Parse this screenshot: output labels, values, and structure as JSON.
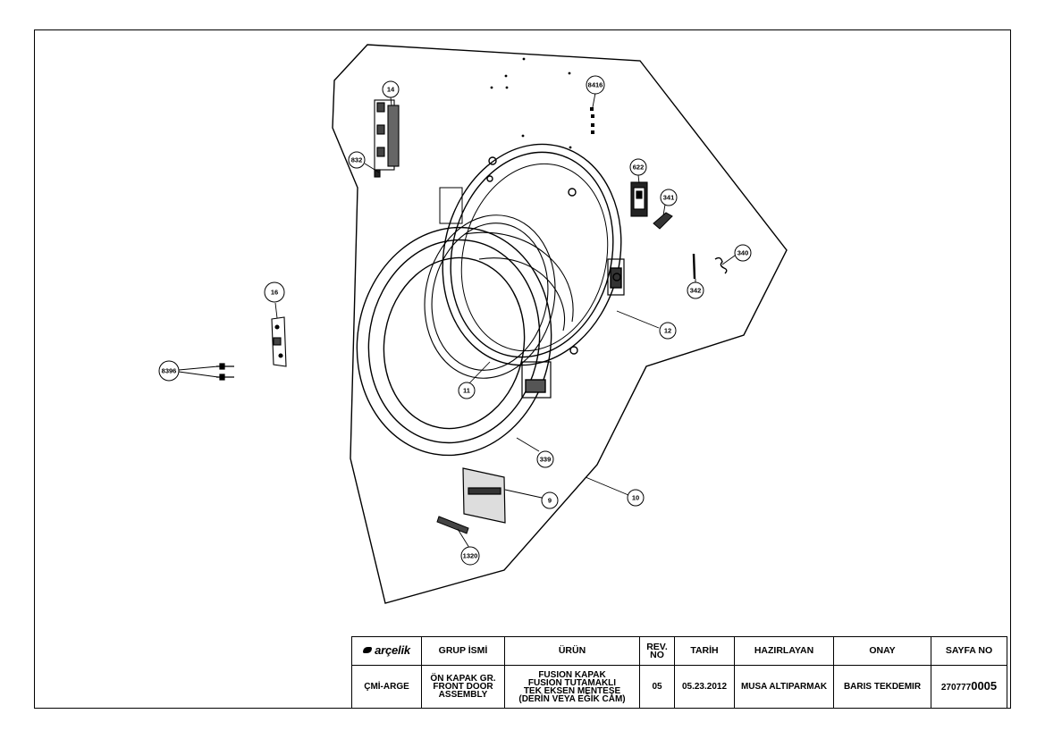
{
  "callouts": {
    "c8416": "8416",
    "c14": "14",
    "c832": "832",
    "c622": "622",
    "c341": "341",
    "c340": "340",
    "c342": "342",
    "c16": "16",
    "c12": "12",
    "c8396": "8396",
    "c11": "11",
    "c339": "339",
    "c9": "9",
    "c10": "10",
    "c1320": "1320"
  },
  "title_block": {
    "brand": "arçelik",
    "headers": {
      "group": "GRUP İSMİ",
      "product": "ÜRÜN",
      "rev_line1": "REV.",
      "rev_line2": "NO",
      "date": "TARİH",
      "prepared": "HAZIRLAYAN",
      "approval": "ONAY",
      "page": "SAYFA NO"
    },
    "values": {
      "department": "ÇMİ-ARGE",
      "group_line1": "ÖN KAPAK GR.",
      "group_line2": "FRONT DOOR",
      "group_line3": "ASSEMBLY",
      "product_line1": "FUSION KAPAK",
      "product_line2": "FUSION TUTAMAKLI",
      "product_line3": "TEK EKSEN MENTEŞE",
      "product_line4": "(DERİN VEYA EĞİK CAM)",
      "rev": "05",
      "date": "05.23.2012",
      "prepared_by": "MUSA ALTIPARMAK",
      "approved_by": "BARIS TEKDEMIR",
      "page_prefix": "270777",
      "page_number": "0005"
    }
  }
}
